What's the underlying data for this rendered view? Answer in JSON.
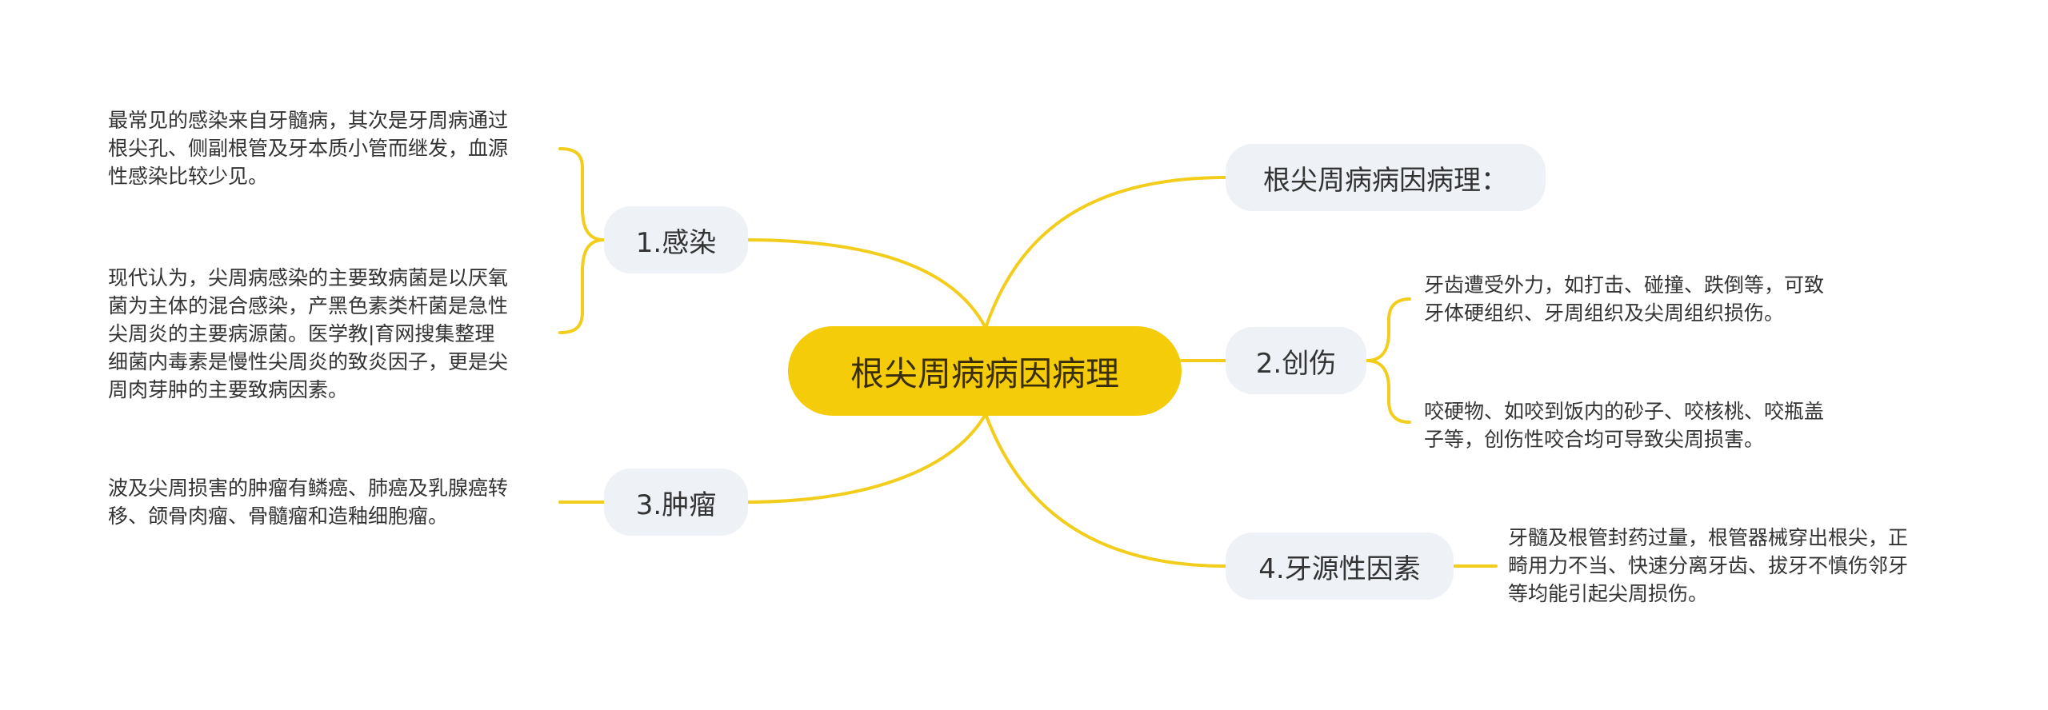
{
  "root": {
    "label": "根尖周病病因病理"
  },
  "branches": {
    "heading": {
      "label": "根尖周病病因病理："
    },
    "infection": {
      "label": "1.感染",
      "notes": [
        [
          "最常见的感染来自牙髓病，其次是牙周病通过",
          "根尖孔、侧副根管及牙本质小管而继发，血源",
          "性感染比较少见。"
        ],
        [
          "现代认为，尖周病感染的主要致病菌是以厌氧",
          "菌为主体的混合感染，产黑色素类杆菌是急性",
          "尖周炎的主要病源菌。医学教|育网搜集整理",
          "细菌内毒素是慢性尖周炎的致炎因子，更是尖",
          "周肉芽肿的主要致病因素。"
        ]
      ]
    },
    "trauma": {
      "label": "2.创伤",
      "notes": [
        [
          "牙齿遭受外力，如打击、碰撞、跌倒等，可致",
          "牙体硬组织、牙周组织及尖周组织损伤。"
        ],
        [
          "咬硬物、如咬到饭内的砂子、咬核桃、咬瓶盖",
          "子等，创伤性咬合均可导致尖周损害。"
        ]
      ]
    },
    "tumor": {
      "label": "3.肿瘤",
      "notes": [
        [
          "波及尖周损害的肿瘤有鳞癌、肺癌及乳腺癌转",
          "移、颌骨肉瘤、骨髓瘤和造釉细胞瘤。"
        ]
      ]
    },
    "iatrogenic": {
      "label": "4.牙源性因素",
      "notes": [
        [
          "牙髓及根管封药过量，根管器械穿出根尖，正",
          "畸用力不当、快速分离牙齿、拔牙不慎伤邻牙",
          "等均能引起尖周损伤。"
        ]
      ]
    }
  },
  "colors": {
    "root_fill": "#f5cc0a",
    "branch_fill": "#eef1f5",
    "connector": "#f2cd1b",
    "text": "#333333"
  }
}
